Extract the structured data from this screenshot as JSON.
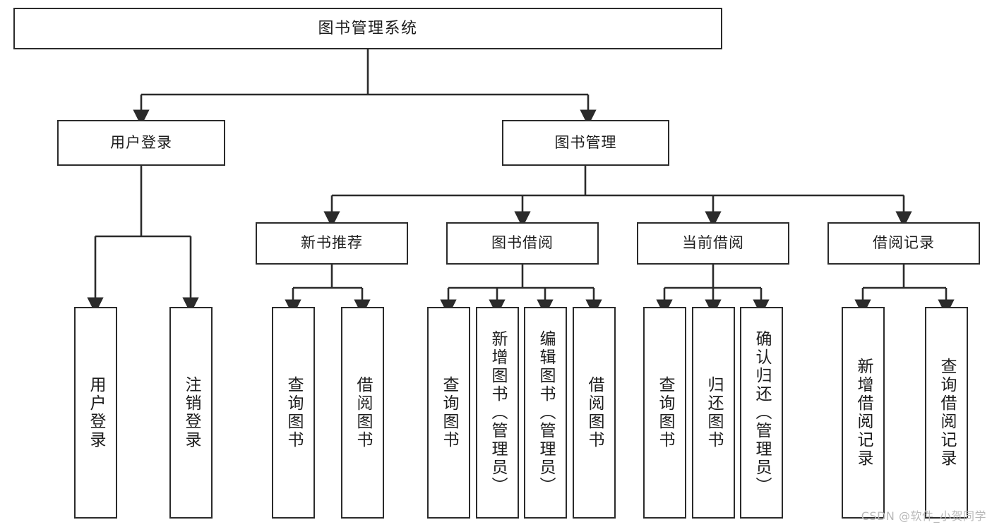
{
  "diagram": {
    "type": "tree",
    "title": "图书管理系统",
    "orientation": "top-down",
    "colors": {
      "stroke": "#2b2b2b",
      "fill": "#ffffff",
      "text": "#1d1d1d",
      "watermark": "#b9b9b9"
    },
    "nodes": {
      "root": {
        "label": "图书管理系统"
      },
      "level2": [
        {
          "id": "user-login",
          "label": "用户登录"
        },
        {
          "id": "book-management",
          "label": "图书管理"
        }
      ],
      "level3": [
        {
          "id": "new-book-recommend",
          "label": "新书推荐"
        },
        {
          "id": "book-borrow",
          "label": "图书借阅"
        },
        {
          "id": "current-borrow",
          "label": "当前借阅"
        },
        {
          "id": "borrow-record",
          "label": "借阅记录"
        }
      ],
      "leaves": {
        "user-login": [
          {
            "id": "leaf-user-login",
            "label": "用户登录"
          },
          {
            "id": "leaf-logout",
            "label": "注销登录"
          }
        ],
        "new-book-recommend": [
          {
            "id": "leaf-query-book-1",
            "label": "查询图书"
          },
          {
            "id": "leaf-borrow-book-1",
            "label": "借阅图书"
          }
        ],
        "book-borrow": [
          {
            "id": "leaf-query-book-2",
            "label": "查询图书"
          },
          {
            "id": "leaf-add-book",
            "label": "新增图书（管理员）"
          },
          {
            "id": "leaf-edit-book",
            "label": "编辑图书（管理员）"
          },
          {
            "id": "leaf-borrow-book-2",
            "label": "借阅图书"
          }
        ],
        "current-borrow": [
          {
            "id": "leaf-query-book-3",
            "label": "查询图书"
          },
          {
            "id": "leaf-return-book",
            "label": "归还图书"
          },
          {
            "id": "leaf-confirm-return",
            "label": "确认归还（管理员）"
          }
        ],
        "borrow-record": [
          {
            "id": "leaf-add-record",
            "label": "新增借阅记录"
          },
          {
            "id": "leaf-query-record",
            "label": "查询借阅记录"
          }
        ]
      }
    },
    "watermark": "CSDN @软件_小贺同学"
  }
}
